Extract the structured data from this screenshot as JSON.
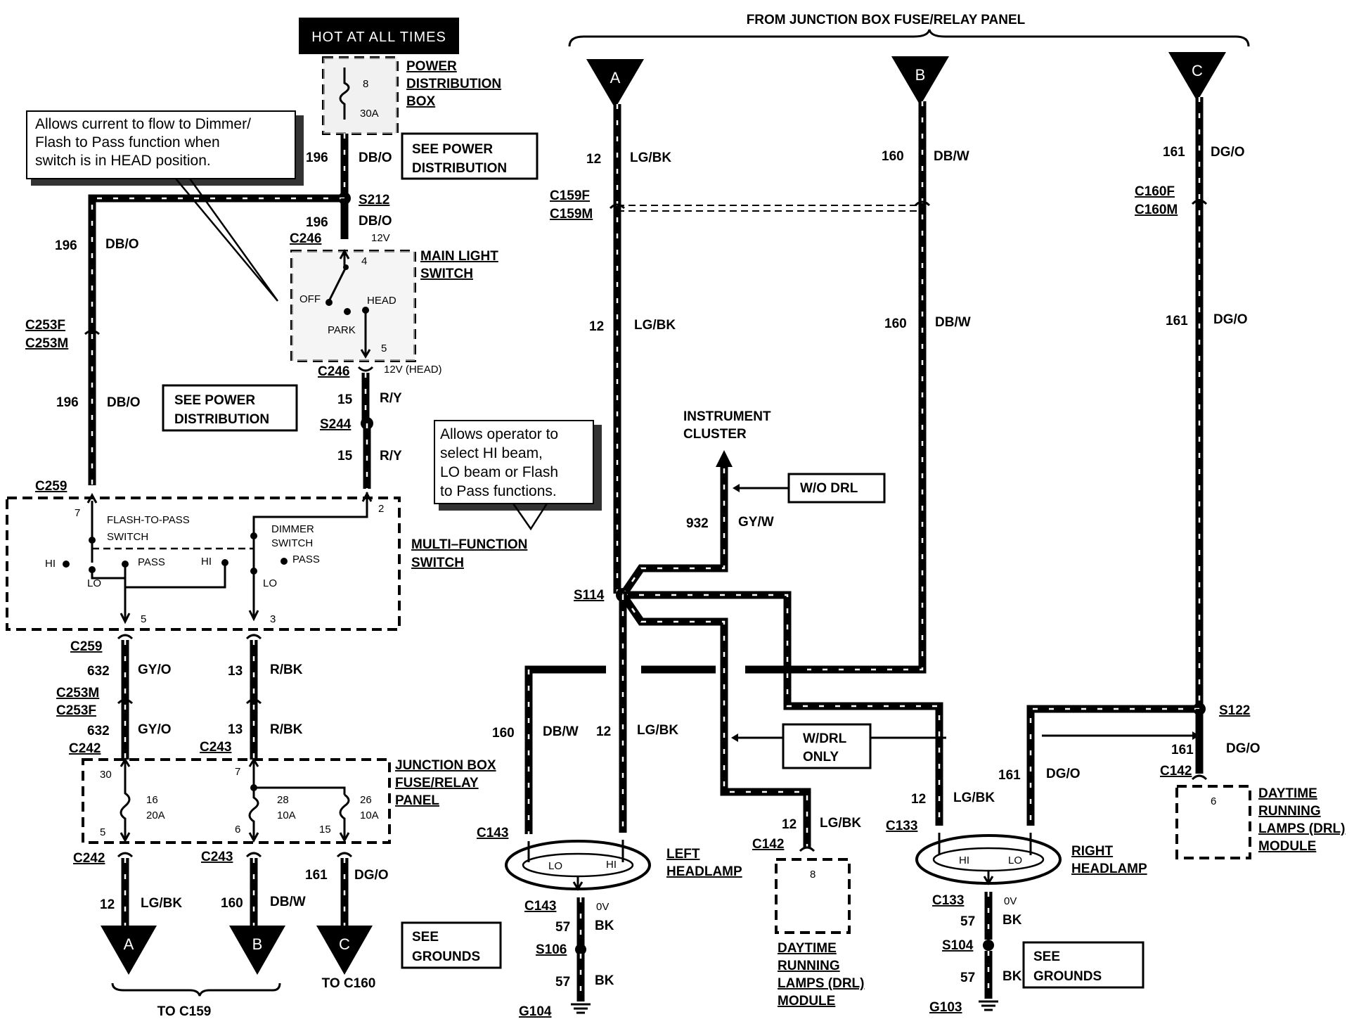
{
  "labels": {
    "hot_at_all_times": "HOT AT ALL TIMES",
    "from_junction_box": "FROM JUNCTION BOX FUSE/RELAY PANEL",
    "power_distribution_box": [
      "POWER",
      "DISTRIBUTION",
      "BOX"
    ],
    "see_power_distribution": [
      "SEE POWER",
      "DISTRIBUTION"
    ],
    "main_light_switch": [
      "MAIN LIGHT",
      "SWITCH"
    ],
    "multi_function_switch": [
      "MULTI–FUNCTION",
      "SWITCH"
    ],
    "junction_box_panel": [
      "JUNCTION BOX",
      "FUSE/RELAY",
      "PANEL"
    ],
    "instrument_cluster": [
      "INSTRUMENT",
      "CLUSTER"
    ],
    "wo_drl": "W/O DRL",
    "w_drl_only": [
      "W/DRL",
      "ONLY"
    ],
    "left_headlamp": [
      "LEFT",
      "HEADLAMP"
    ],
    "right_headlamp": [
      "RIGHT",
      "HEADLAMP"
    ],
    "drl_module_left": [
      "DAYTIME",
      "RUNNING",
      "LAMPS (DRL)",
      "MODULE"
    ],
    "drl_module_right": [
      "DAYTIME",
      "RUNNING",
      "LAMPS (DRL)",
      "MODULE"
    ],
    "see_grounds": [
      "SEE",
      "GROUNDS"
    ],
    "to_c159": "TO C159",
    "to_c160": "TO C160",
    "connectors": {
      "A": "A",
      "B": "B",
      "C": "C"
    }
  },
  "notes": {
    "dimmer_note": [
      "Allows current to flow to Dimmer/",
      "Flash  to  Pass  function  when",
      "switch is in HEAD position."
    ],
    "operator_note": [
      "Allows operator to",
      "select  HI  beam,",
      "LO beam or Flash",
      "to Pass functions."
    ]
  },
  "components": {
    "fuse_pdb": {
      "num": "8",
      "rating": "30A"
    },
    "main_switch": {
      "off": "OFF",
      "head": "HEAD",
      "park": "PARK",
      "pin_in": "4",
      "pin_out": "5",
      "v_in": "12V",
      "v_out": "12V (HEAD)"
    },
    "multi": {
      "flash_to_pass": [
        "FLASH-TO-PASS",
        "SWITCH"
      ],
      "dimmer": [
        "DIMMER",
        "SWITCH"
      ],
      "hi": "HI",
      "lo": "LO",
      "pass": "PASS",
      "pins": [
        "7",
        "2",
        "5",
        "3"
      ]
    },
    "jb_fuses": [
      {
        "num": "16",
        "rating": "20A"
      },
      {
        "num": "28",
        "rating": "10A"
      },
      {
        "num": "26",
        "rating": "10A"
      }
    ],
    "jb_pins": [
      "30",
      "7",
      "5",
      "6",
      "15"
    ],
    "headlamp_lo": "LO",
    "headlamp_hi": "HI",
    "ground_v": "0V",
    "drl_pin": "8",
    "drl_pin_r": "6"
  },
  "connector_ids": {
    "s212": "S212",
    "c246a": "C246",
    "c246b": "C246",
    "s244": "S244",
    "c259a": "C259",
    "c259b": "C259",
    "c253f_top": "C253F",
    "c253m_top": "C253M",
    "c253m": "C253M",
    "c253f": "C253F",
    "c242a": "C242",
    "c243a": "C243",
    "c242b": "C242",
    "c243b": "C243",
    "c159f": "C159F",
    "c159m": "C159M",
    "c160f": "C160F",
    "c160m": "C160M",
    "s114": "S114",
    "s122": "S122",
    "c142a": "C142",
    "c142b": "C142",
    "c143a": "C143",
    "c143b": "C143",
    "c133a": "C133",
    "c133b": "C133",
    "s106": "S106",
    "s104": "S104",
    "g104": "G104",
    "g103": "G103"
  },
  "wires": {
    "w196": "196",
    "dbo": "DB/O",
    "w15": "15",
    "ry": "R/Y",
    "w632": "632",
    "gyo": "GY/O",
    "w13": "13",
    "rbk": "R/BK",
    "w12": "12",
    "lgbk": "LG/BK",
    "w160": "160",
    "dbw": "DB/W",
    "w161": "161",
    "dgo": "DG/O",
    "w932": "932",
    "gyw": "GY/W",
    "w57": "57",
    "bk": "BK"
  }
}
